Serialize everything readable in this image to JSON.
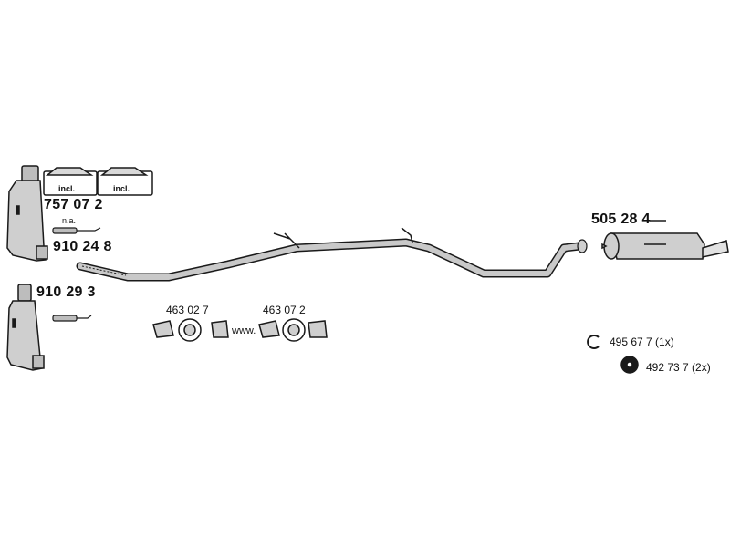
{
  "parts": {
    "kit_part": "757 07 2",
    "kit_incl_1": "incl.",
    "kit_incl_2": "incl.",
    "sensor_note": "n.a.",
    "catalyst_1": "910 24 8",
    "catalyst_2": "910 29 3",
    "rear_muffler": "505 28 4",
    "clamp_set_1": "463 02 7",
    "clamp_set_2": "463 07 2",
    "connector_text": "www.",
    "clip": "495 67 7 (1x)",
    "rubber_mount": "492 73 7 (2x)"
  },
  "colors": {
    "pipe": "#c9c9c9",
    "outline": "#1a1a1a"
  },
  "icons": [
    "catalyst-converter-icon",
    "oxygen-sensor-icon",
    "gasket-kit-icon",
    "exhaust-pipe-icon",
    "rear-muffler-icon",
    "clamp-icon",
    "clip-icon",
    "rubber-mount-icon"
  ]
}
